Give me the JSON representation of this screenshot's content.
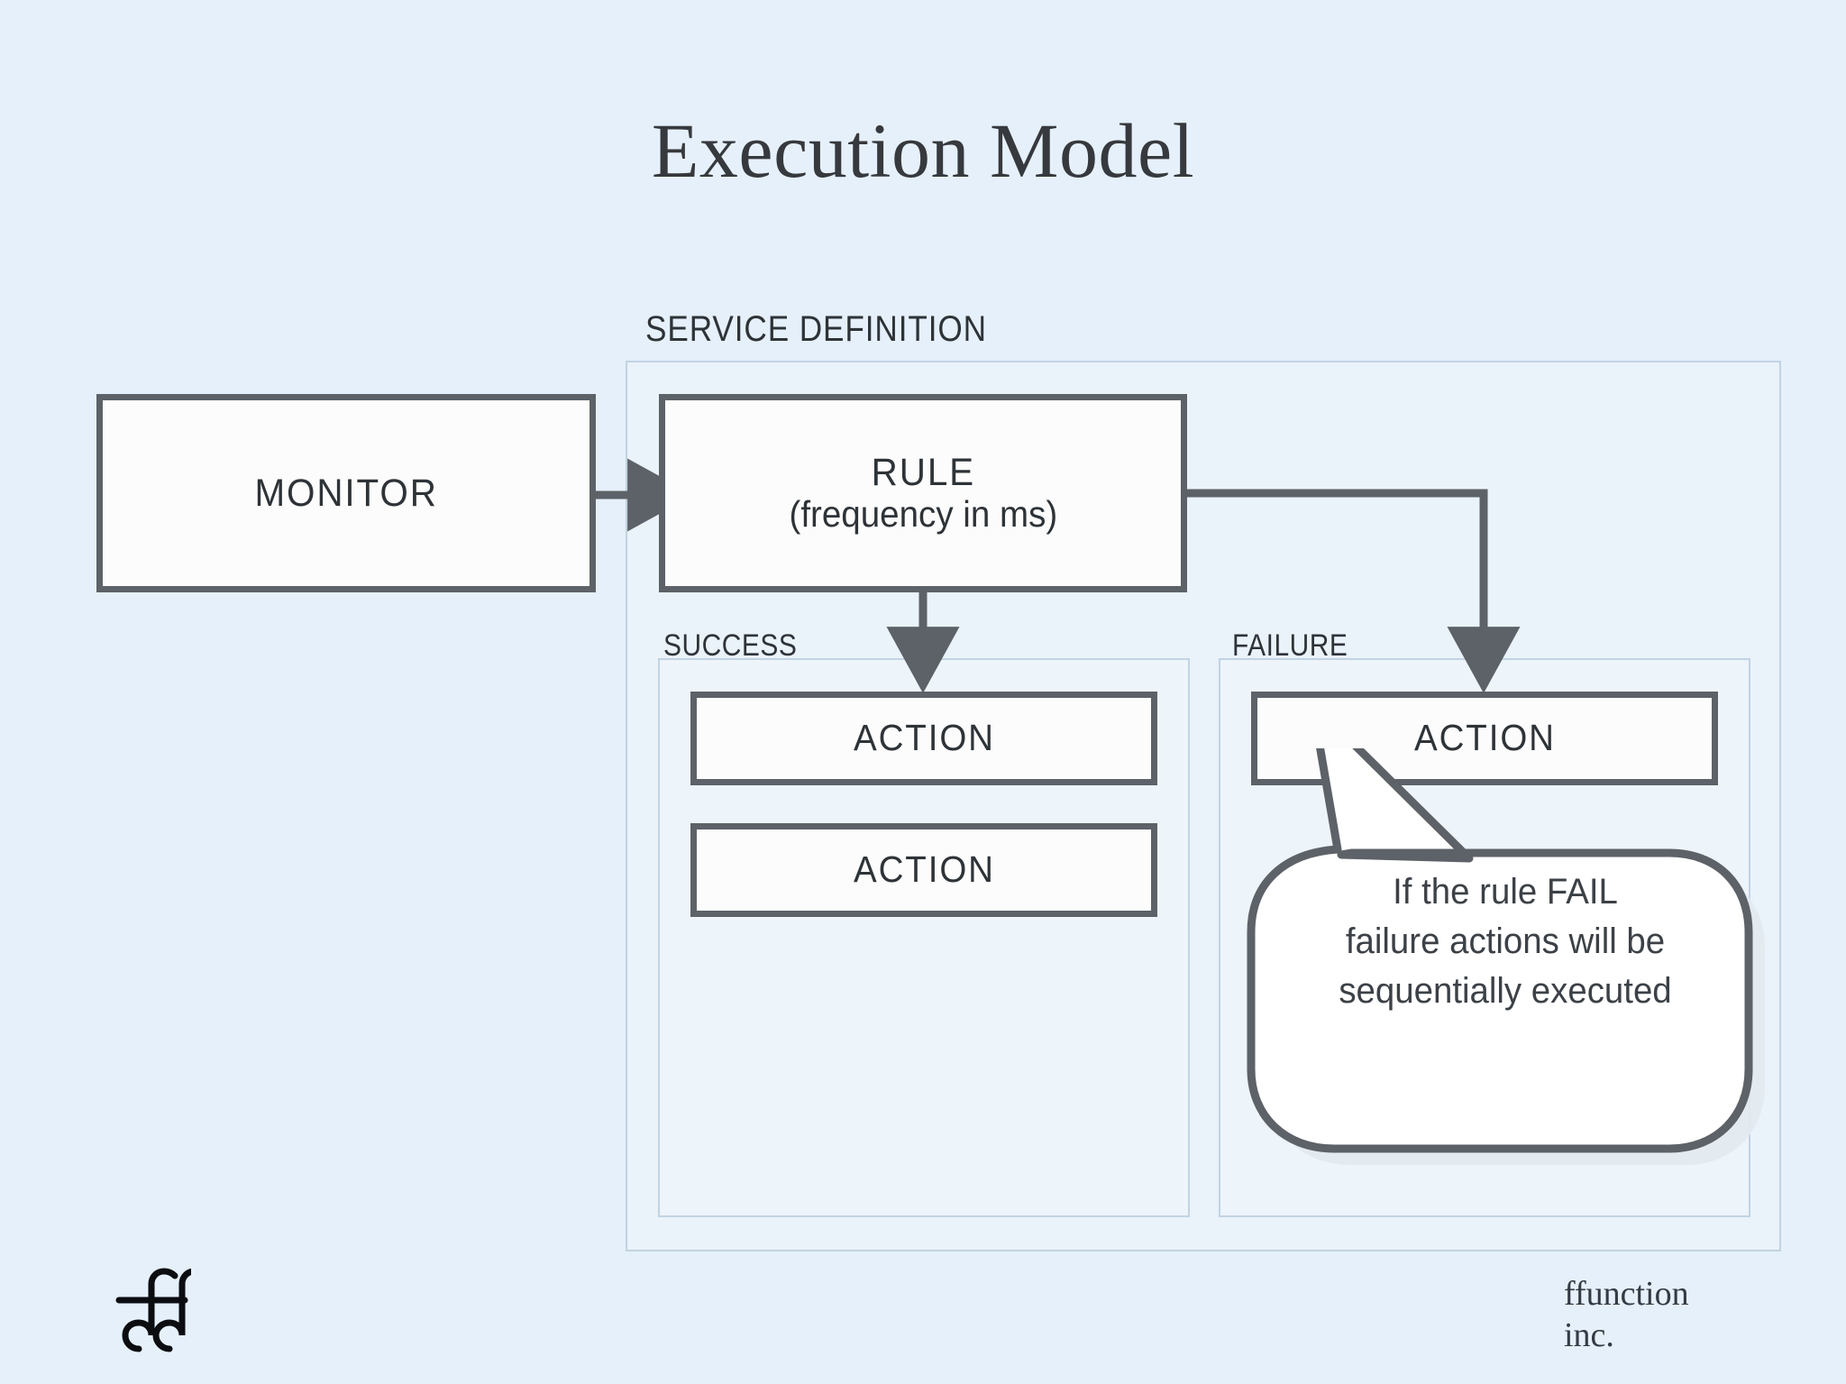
{
  "slide": {
    "title": "Execution Model",
    "background_color": "#e6f0fa",
    "stroke_color": "#5d6268",
    "panel_border_color": "#c2d3e2",
    "box_fill_color": "#fcfcfc",
    "text_color": "#2e3338"
  },
  "panels": {
    "service": {
      "label": "SERVICE DEFINITION"
    },
    "success": {
      "label": "SUCCESS"
    },
    "failure": {
      "label": "FAILURE"
    }
  },
  "nodes": {
    "monitor": {
      "label": "MONITOR"
    },
    "rule": {
      "label": "RULE",
      "sublabel": "(frequency in ms)"
    },
    "success_actions": [
      {
        "label": "ACTION"
      },
      {
        "label": "ACTION"
      }
    ],
    "failure_actions": [
      {
        "label": "ACTION"
      }
    ]
  },
  "callout": {
    "lines": [
      "If the rule FAIL",
      "failure actions will be",
      "sequentially executed"
    ]
  },
  "footer": {
    "logo": "ffunction-monogram-icon",
    "credit_line_1": "ffunction",
    "credit_line_2": "inc."
  }
}
